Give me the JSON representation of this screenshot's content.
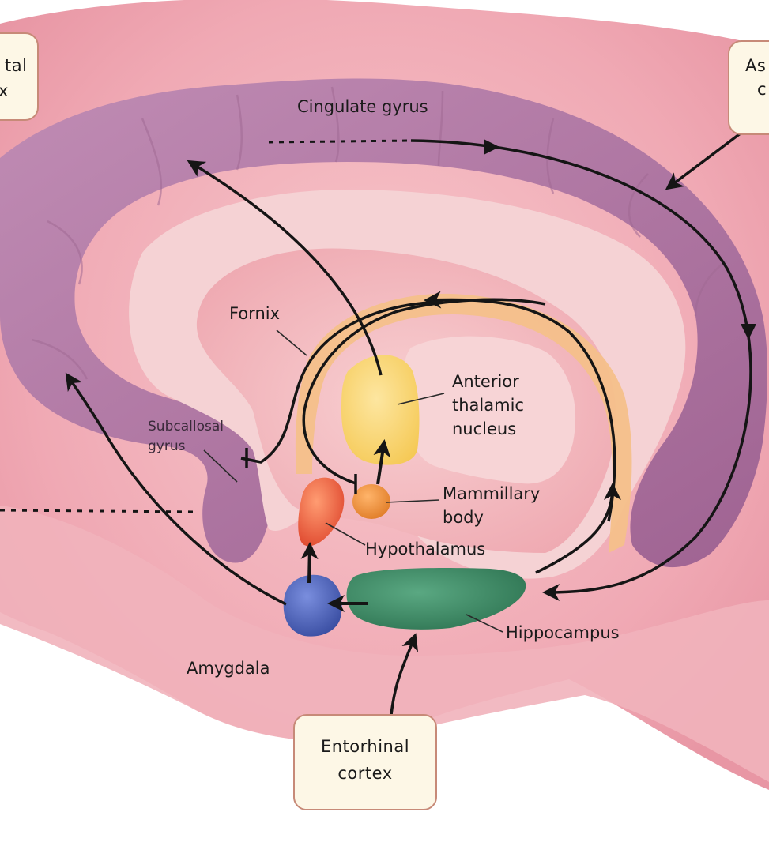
{
  "labels": {
    "cingulate_gyrus": "Cingulate gyrus",
    "fornix": "Fornix",
    "anterior_thalamic_nucleus": [
      "Anterior",
      "thalamic",
      "nucleus"
    ],
    "subcallosal_gyrus": [
      "Subcallosal",
      "gyrus"
    ],
    "mammillary_body": [
      "Mammillary",
      "body"
    ],
    "hypothalamus": "Hypothalamus",
    "hippocampus": "Hippocampus",
    "amygdala": "Amygdala"
  },
  "boxes": {
    "prefrontal_cortex_partial": [
      "tal",
      "x"
    ],
    "association_cortex_partial": [
      "As",
      "c"
    ],
    "entorhinal_cortex": [
      "Entorhinal",
      "cortex"
    ]
  },
  "colors": {
    "brain_background": "#f2b8c0",
    "gyrus_purple": "#b77fa8",
    "fornix_orange": "#f4c08a",
    "thalamus_yellow": "#f7d36a",
    "hypothalamus_red": "#ea5a3c",
    "mammillary_orange": "#e98a35",
    "amygdala_blue": "#4e63b8",
    "hippocampus_green": "#3f8a66",
    "label_box_fill": "#fdf7e6",
    "arrow": "#151515"
  }
}
